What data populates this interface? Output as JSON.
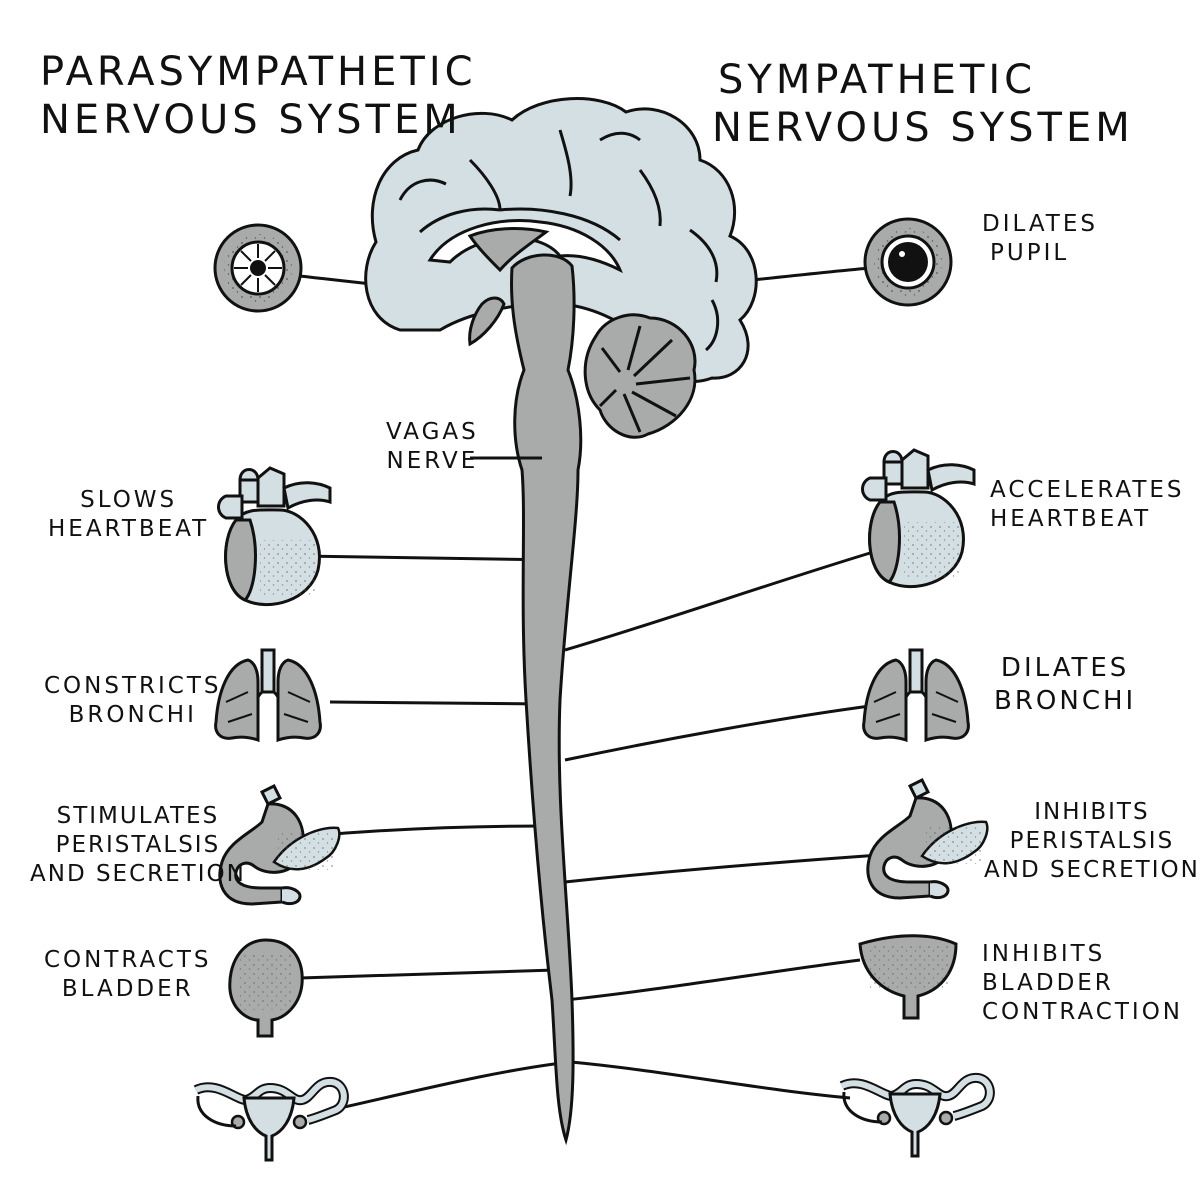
{
  "titles": {
    "parasympathetic": [
      "PARASYMPATHETIC",
      "NERVOUS SYSTEM"
    ],
    "sympathetic": [
      "SYMPATHETIC",
      "NERVOUS SYSTEM"
    ]
  },
  "nerve_label": [
    "VAGAS",
    "NERVE"
  ],
  "parasympathetic_effects": {
    "heart": [
      "SLOWS",
      "HEARTBEAT"
    ],
    "lungs": [
      "CONSTRICTS",
      "BRONCHI"
    ],
    "digestive": [
      "STIMULATES",
      "PERISTALSIS",
      "AND SECRETION"
    ],
    "bladder": [
      "CONTRACTS",
      "BLADDER"
    ]
  },
  "sympathetic_effects": {
    "eye": [
      "DILATES",
      "PUPIL"
    ],
    "heart": [
      "ACCELERATES",
      "HEARTBEAT"
    ],
    "lungs": [
      "DILATES",
      "BRONCHI"
    ],
    "digestive": [
      "INHIBITS",
      "PERISTALSIS",
      "AND SECRETION"
    ],
    "bladder": [
      "INHIBITS",
      "BLADDER",
      "CONTRACTION"
    ]
  },
  "colors": {
    "outline": "#111111",
    "light_fill": "#d3dfe2",
    "dark_fill": "#a9abab",
    "background": "#ffffff"
  }
}
